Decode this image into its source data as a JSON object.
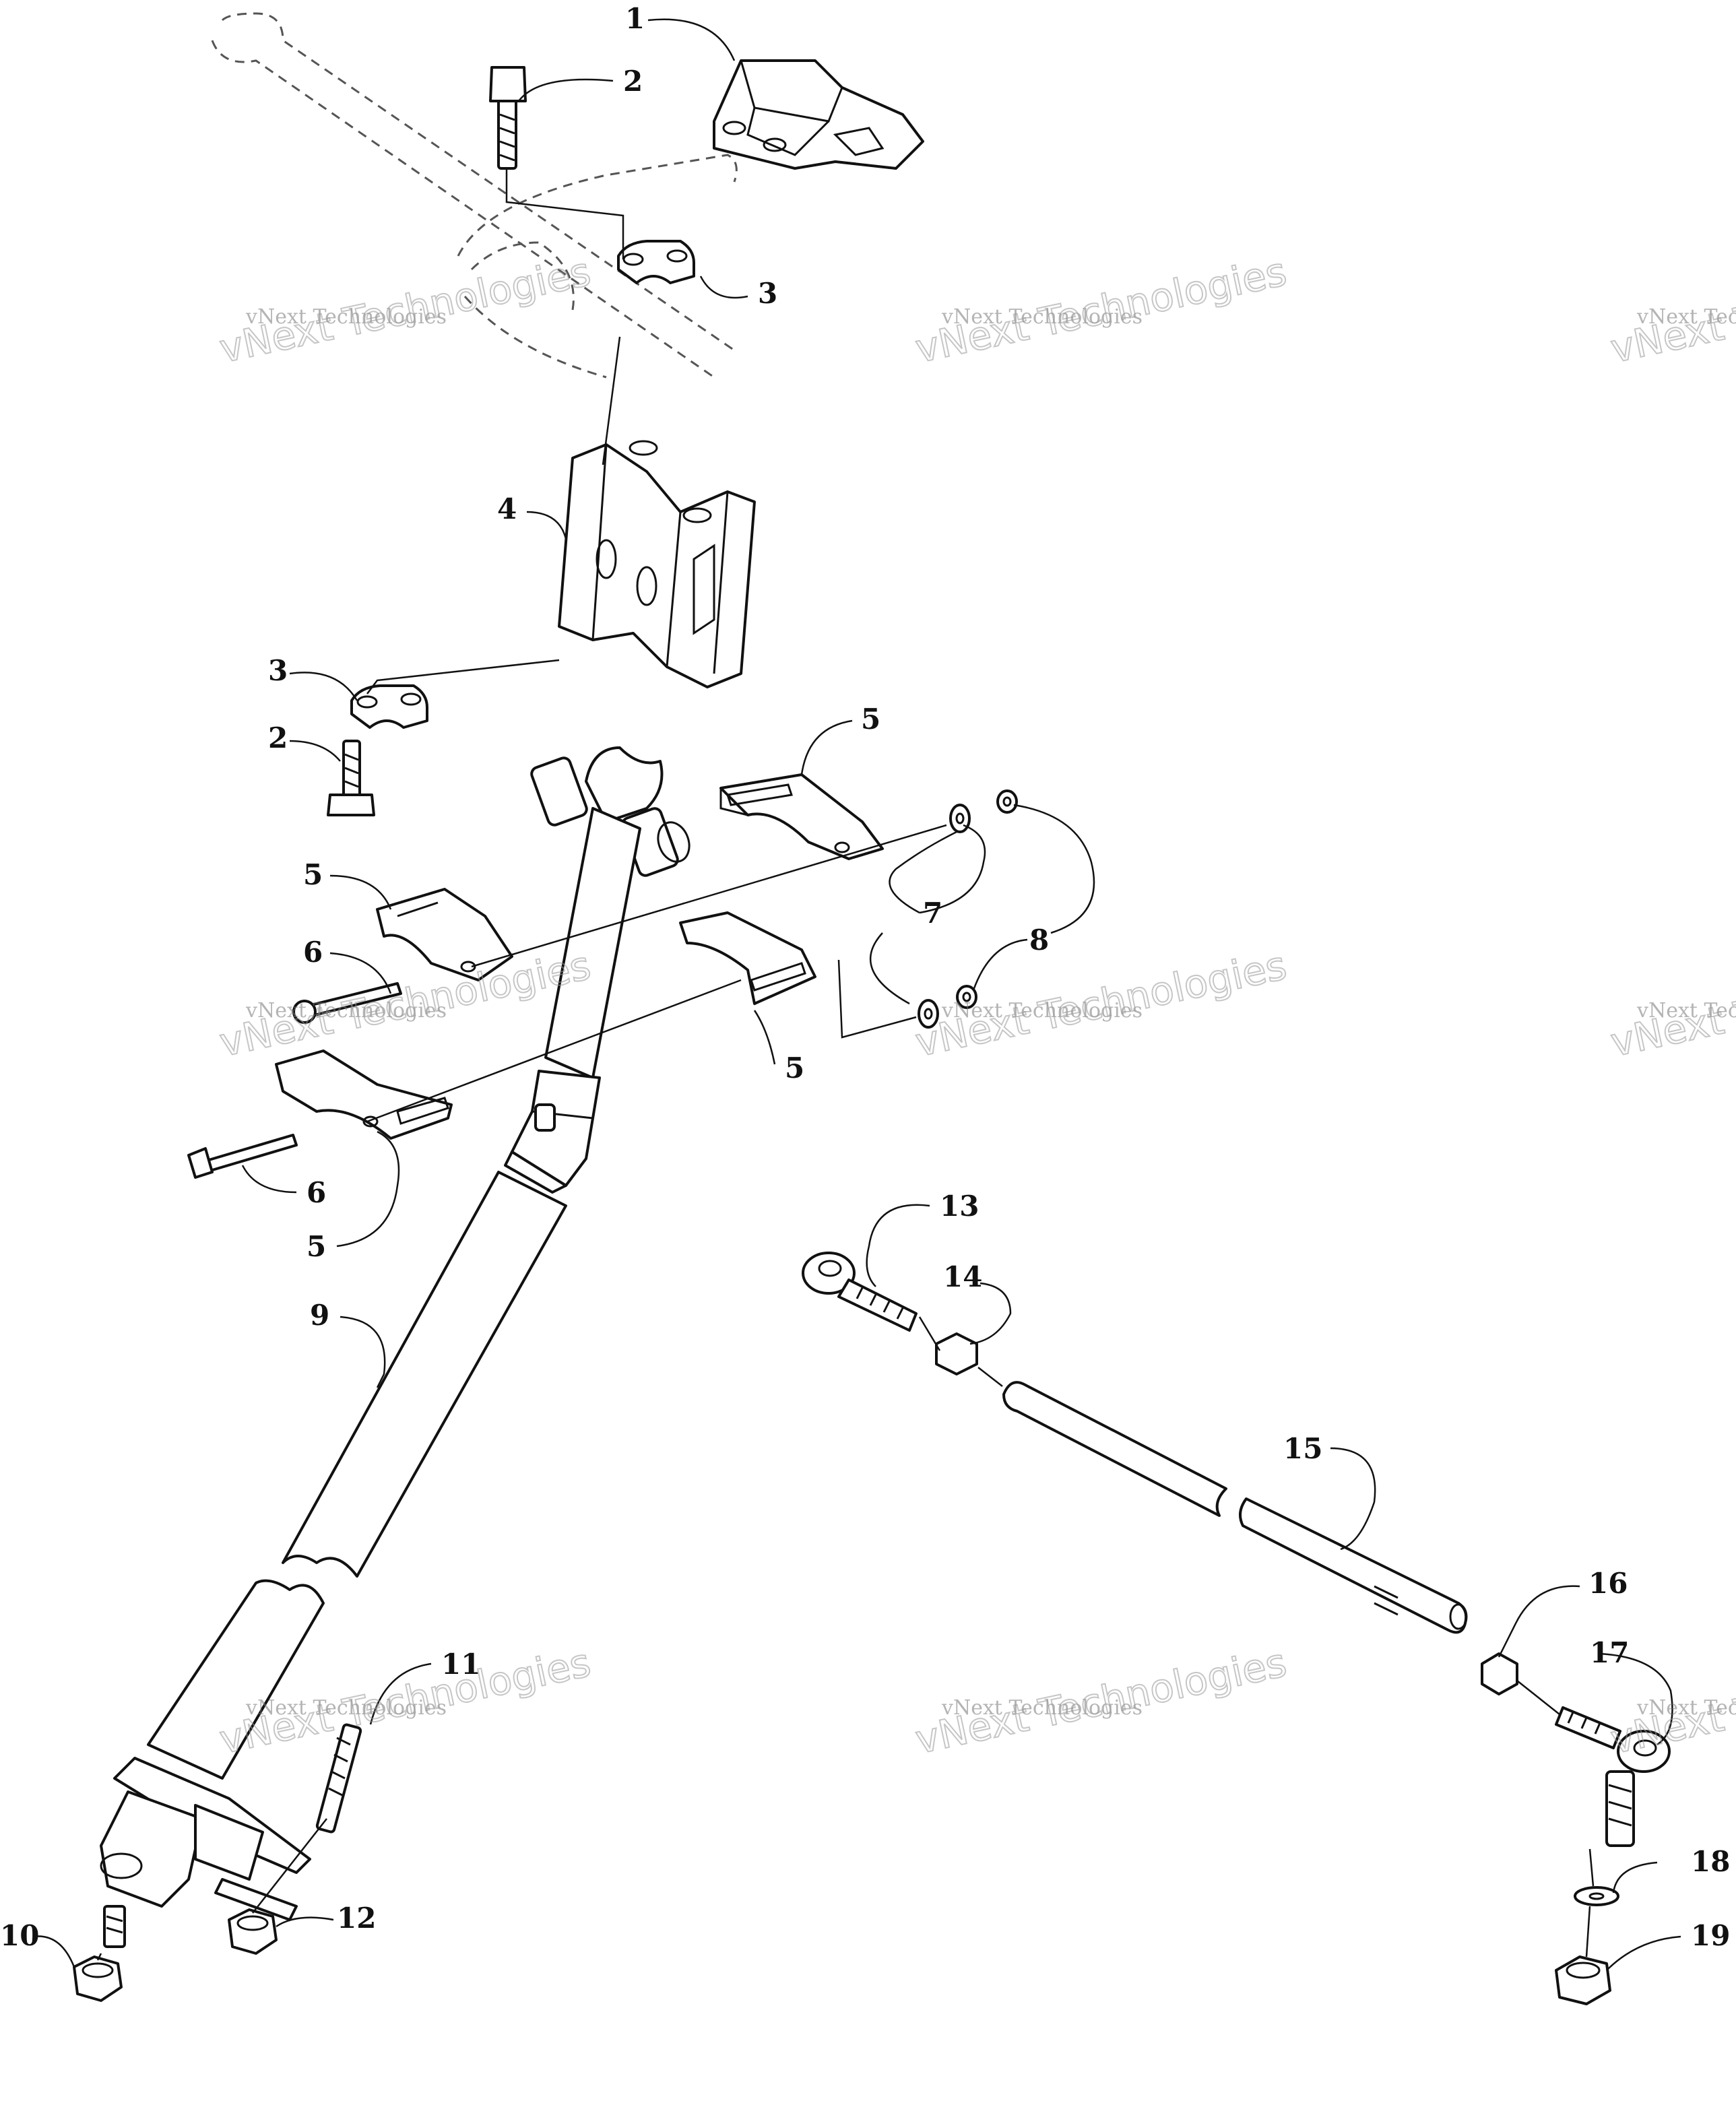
{
  "diagram": {
    "callouts": [
      {
        "id": "c1",
        "label": "1"
      },
      {
        "id": "c2a",
        "label": "2"
      },
      {
        "id": "c3a",
        "label": "3"
      },
      {
        "id": "c4",
        "label": "4"
      },
      {
        "id": "c3b",
        "label": "3"
      },
      {
        "id": "c2b",
        "label": "2"
      },
      {
        "id": "c5a",
        "label": "5"
      },
      {
        "id": "c5b",
        "label": "5"
      },
      {
        "id": "c6a",
        "label": "6"
      },
      {
        "id": "c7",
        "label": "7"
      },
      {
        "id": "c8",
        "label": "8"
      },
      {
        "id": "c5c",
        "label": "5"
      },
      {
        "id": "c6b",
        "label": "6"
      },
      {
        "id": "c5d",
        "label": "5"
      },
      {
        "id": "c13",
        "label": "13"
      },
      {
        "id": "c14",
        "label": "14"
      },
      {
        "id": "c9",
        "label": "9"
      },
      {
        "id": "c15",
        "label": "15"
      },
      {
        "id": "c16",
        "label": "16"
      },
      {
        "id": "c17",
        "label": "17"
      },
      {
        "id": "c11",
        "label": "11"
      },
      {
        "id": "c18",
        "label": "18"
      },
      {
        "id": "c12",
        "label": "12"
      },
      {
        "id": "c10",
        "label": "10"
      },
      {
        "id": "c19",
        "label": "19"
      }
    ],
    "watermark": {
      "line1": "vNext Technologies",
      "line2": "vNext Technologies"
    }
  }
}
